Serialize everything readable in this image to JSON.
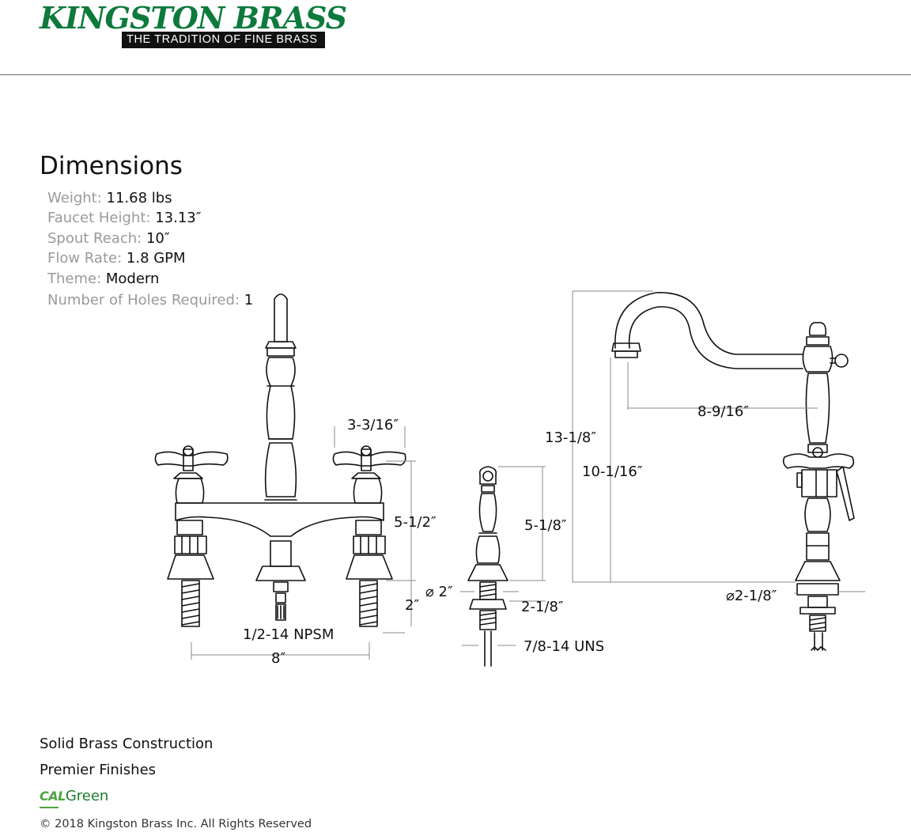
{
  "brand": {
    "name": "KINGSTON BRASS",
    "tagline": "THE TRADITION OF FINE BRASS",
    "color": "#0d7a3c"
  },
  "section_title": "Dimensions",
  "specs": [
    {
      "key": "Weight:",
      "value": "11.68 lbs"
    },
    {
      "key": "Faucet Height:",
      "value": "13.13″"
    },
    {
      "key": "Spout Reach:",
      "value": "10″"
    },
    {
      "key": "Flow Rate:",
      "value": "1.8 GPM"
    },
    {
      "key": "Theme:",
      "value": "Modern"
    },
    {
      "key": "Number of Holes Required:",
      "value": "1"
    }
  ],
  "dimensions": {
    "handle_width": "3-3/16″",
    "valve_height": "5-1/2″",
    "shank_length": "2″",
    "thread_faucet": "1/2-14 NPSM",
    "center_spread": "8″",
    "sprayer_height": "5-1/8″",
    "sprayer_diameter": "⌀ 2″",
    "sprayer_shank": "2-1/8″",
    "thread_sprayer": "7/8-14 UNS",
    "faucet_height": "13-1/8″",
    "spout_height": "10-1/16″",
    "spout_reach": "8-9/16″",
    "base_diameter": "⌀2-1/8″"
  },
  "features": [
    "Solid Brass Construction",
    "Premier Finishes"
  ],
  "calgreen": {
    "cal": "CAL",
    "green": "Green"
  },
  "copyright": "© 2018 Kingston Brass Inc. All Rights Reserved"
}
